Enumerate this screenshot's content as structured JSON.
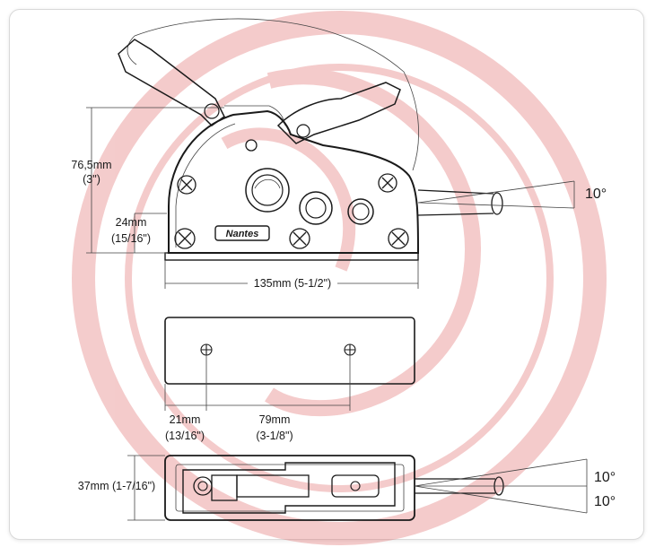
{
  "brand": "Nantes",
  "watermark_color": "#e8a0a0",
  "front_view": {
    "height_mm": "76,5mm",
    "height_in": "(3\")",
    "base_mm": "24mm",
    "base_in": "(15/16\")",
    "width_label": "135mm (5-1/2\")",
    "angle_label": "10°"
  },
  "base_plate": {
    "offset_mm": "21mm",
    "offset_in": "(13/16\")",
    "spacing_mm": "79mm",
    "spacing_in": "(3-1/8\")"
  },
  "top_view": {
    "depth_label": "37mm (1-7/16\")",
    "angle_up": "10°",
    "angle_down": "10°"
  }
}
